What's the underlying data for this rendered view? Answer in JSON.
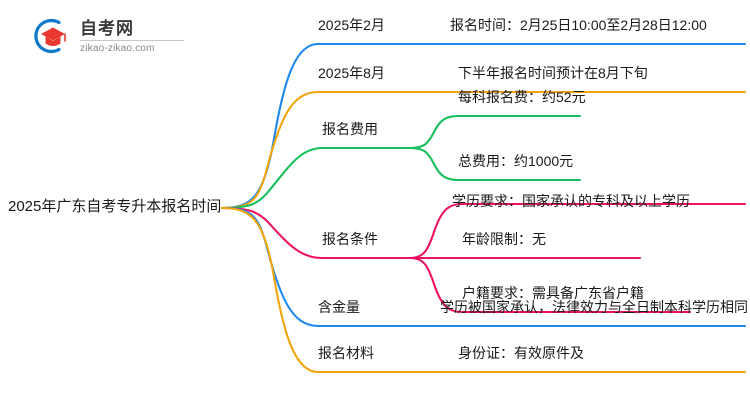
{
  "logo": {
    "name_cn": "自考网",
    "domain": "zikao-zikao.com"
  },
  "mindmap": {
    "root": "2025年广东自考专升本报名时间",
    "colors": {
      "blue": "#2089F0",
      "orange": "#F2A50C",
      "green": "#15BF5C",
      "pink": "#ED1164",
      "blue2": "#2089F0",
      "orange2": "#F2A50C"
    },
    "branches": [
      {
        "label": "2025年2月",
        "color": "#2089F0",
        "children": [
          {
            "label": "报名时间：2月25日10:00至2月28日12:00"
          }
        ]
      },
      {
        "label": "2025年8月",
        "color": "#F2A50C",
        "children": [
          {
            "label": "下半年报名时间预计在8月下旬"
          }
        ]
      },
      {
        "label": "报名费用",
        "color": "#15BF5C",
        "children": [
          {
            "label": "每科报名费：约52元"
          },
          {
            "label": "总费用：约1000元"
          }
        ]
      },
      {
        "label": "报名条件",
        "color": "#ED1164",
        "children": [
          {
            "label": "学历要求：国家承认的专科及以上学历"
          },
          {
            "label": "年龄限制：无"
          },
          {
            "label": "户籍要求：需具备广东省户籍"
          }
        ]
      },
      {
        "label": "含金量",
        "color": "#2089F0",
        "children": [
          {
            "label": "学历被国家承认，法律效力与全日制本科学历相同"
          }
        ]
      },
      {
        "label": "报名材料",
        "color": "#F2A50C",
        "children": [
          {
            "label": "身份证：有效原件及"
          }
        ]
      }
    ]
  }
}
